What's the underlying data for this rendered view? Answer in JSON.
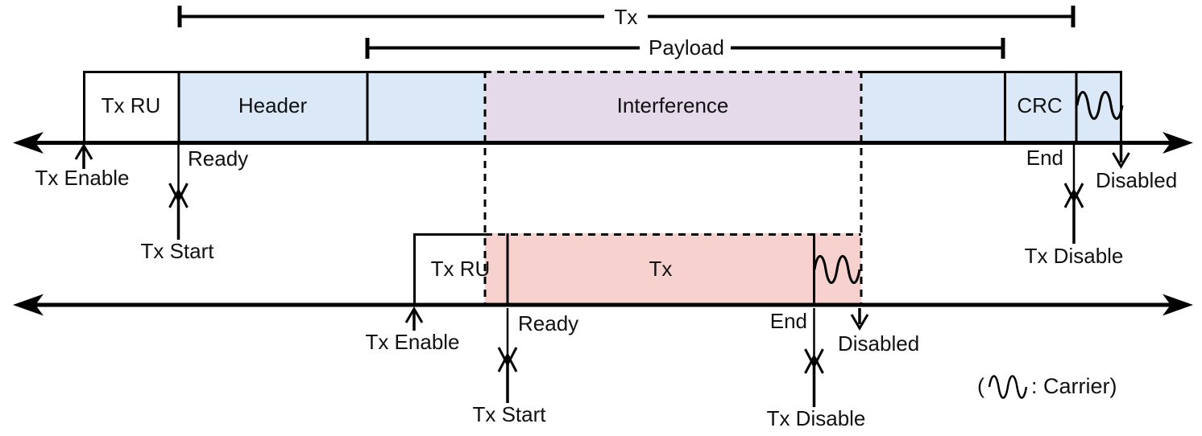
{
  "colors": {
    "segment_blue": "#DAE8F7",
    "interference_purple": "#E4DAE9",
    "tx_pink": "#F7D1CE",
    "line_black": "#000000",
    "text": "#111111"
  },
  "brackets": {
    "tx_label": "Tx",
    "payload_label": "Payload"
  },
  "row1": {
    "tx_ru_label": "Tx RU",
    "header_label": "Header",
    "interference_label": "Interference",
    "crc_label": "CRC",
    "events": {
      "tx_enable": "Tx Enable",
      "ready": "Ready",
      "tx_start": "Tx Start",
      "end": "End",
      "disabled": "Disabled",
      "tx_disable": "Tx Disable"
    }
  },
  "row2": {
    "tx_ru_label": "Tx RU",
    "tx_label": "Tx",
    "events": {
      "tx_enable": "Tx Enable",
      "ready": "Ready",
      "tx_start": "Tx Start",
      "end": "End",
      "disabled": "Disabled",
      "tx_disable": "Tx Disable"
    }
  },
  "legend": {
    "prefix": "(",
    "suffix": ": Carrier)",
    "icon": "carrier-wave"
  }
}
